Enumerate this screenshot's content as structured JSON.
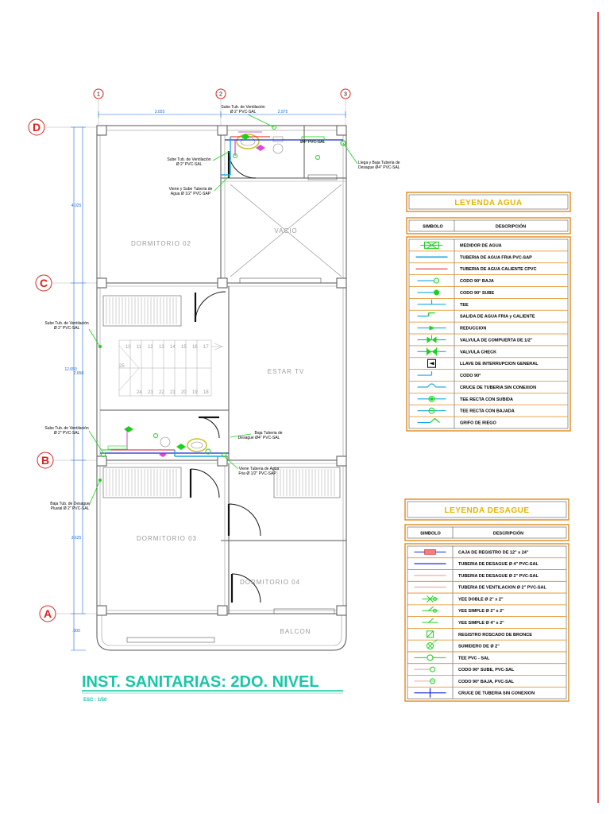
{
  "title": "INST. SANITARIAS: 2DO. NIVEL",
  "scale": "ESC : 1/50",
  "grid": {
    "rows": [
      "D",
      "C",
      "B",
      "A"
    ],
    "columns": [
      "1",
      "2",
      "3"
    ]
  },
  "dimensions": {
    "top": [
      "3.025",
      "2.975"
    ],
    "left": [
      "4.025",
      "12.650",
      "2.650",
      "3.625",
      ".900"
    ]
  },
  "rooms": {
    "bedroom2": "DORMITORIO 02",
    "void": "VACIO",
    "tv_room": "ESTAR TV",
    "bedroom3": "DORMITORIO 03",
    "bedroom4": "DORMITORIO 04",
    "balcony": "BALCON"
  },
  "stairs": {
    "upper": [
      "10",
      "11",
      "12",
      "13",
      "14",
      "15",
      "16",
      "17"
    ],
    "lower": [
      "24",
      "23",
      "22",
      "21",
      "20",
      "19",
      "18"
    ],
    "landing": "25"
  },
  "annotations": {
    "top_vent": [
      "Sube Tub. de Ventilación",
      "Ø 2\" PVC-SAL"
    ],
    "left_vent_upper": [
      "Sube Tub. de Ventilación",
      "Ø 2\" PVC-SAL"
    ],
    "cold_water_upper": [
      "Viene y Sube Tuberia de",
      "Agua Ø 1/2\" PVC-SAP"
    ],
    "drain_right_upper": [
      "Llega y Baja Tuberia de",
      "Desague Ø4\" PVC-SAL"
    ],
    "left_vent_mid": [
      "Sube Tub. de Ventilación",
      "Ø 2\" PVC-SAL"
    ],
    "left_vent_lower": [
      "Sube Tub. de Ventilación",
      "Ø 2\" PVC-SAL"
    ],
    "drain_lower": [
      "Baja Tuberia de",
      "Desague Ø4\" PVC-SAL"
    ],
    "cold_water_lower": [
      "Viene Tuberia de Agua",
      "Fria Ø 1/2\" PVC-SAP"
    ],
    "pluvial": [
      "Baja Tub. de Desague",
      "Pluvial Ø 2\" PVC-SAL"
    ],
    "pipe_label": "Ø4\" PVC-SAL"
  },
  "legend_water": {
    "title": "LEYENDA AGUA",
    "col_symbol": "SIMBOLO",
    "col_desc": "DESCRIPCIÓN",
    "items": [
      {
        "symbol": "meter-icon",
        "label": "MEDIDOR DE AGUA"
      },
      {
        "symbol": "cold-pipe-icon",
        "label": "TUBERIA DE AGUA FRIA PVC-SAP"
      },
      {
        "symbol": "hot-pipe-icon",
        "label": "TUBERIA DE AGUA CALIENTE CPVC"
      },
      {
        "symbol": "elbow-down-icon",
        "label": "CODO 90° BAJA"
      },
      {
        "symbol": "elbow-up-icon",
        "label": "CODO 90° SUBE"
      },
      {
        "symbol": "tee-icon",
        "label": "TEE"
      },
      {
        "symbol": "outlet-icon",
        "label": "SALIDA DE AGUA FRIA y CALIENTE"
      },
      {
        "symbol": "reducer-icon",
        "label": "REDUCCION"
      },
      {
        "symbol": "gate-valve-icon",
        "label": "VALVULA DE COMPUERTA DE 1/2\""
      },
      {
        "symbol": "check-valve-icon",
        "label": "VALVULA CHECK"
      },
      {
        "symbol": "main-switch-icon",
        "label": "LLAVE DE INTERRUPCION GENERAL"
      },
      {
        "symbol": "elbow-icon",
        "label": "CODO 90°"
      },
      {
        "symbol": "crossing-icon",
        "label": "CRUCE DE TUBERIA SIN CONEXION"
      },
      {
        "symbol": "tee-up-icon",
        "label": "TEE RECTA CON SUBIDA"
      },
      {
        "symbol": "tee-down-icon",
        "label": "TEE RECTA CON BAJADA"
      },
      {
        "symbol": "faucet-icon",
        "label": "GRIFO DE RIEGO"
      }
    ]
  },
  "legend_drain": {
    "title": "LEYENDA DESAGUE",
    "col_symbol": "SIMBOLO",
    "col_desc": "DESCRIPCIÓN",
    "items": [
      {
        "symbol": "register-box-icon",
        "label": "CAJA DE REGISTRO DE 12\" x 24\""
      },
      {
        "symbol": "drain-4-icon",
        "label": "TUBERIA DE DESAGUE Ø 4\" PVC-SAL"
      },
      {
        "symbol": "drain-2-icon",
        "label": "TUBERIA DE DESAGUE Ø 2\" PVC-SAL"
      },
      {
        "symbol": "vent-pipe-icon",
        "label": "TUBERIA DE VENTILACION Ø 2\" PVC-SAL"
      },
      {
        "symbol": "double-wye-icon",
        "label": "YEE DOBLE Ø 2\" x 2\""
      },
      {
        "symbol": "wye-2-icon",
        "label": "YEE SIMPLE Ø 2\" x 2\""
      },
      {
        "symbol": "wye-4-icon",
        "label": "YEE SIMPLE Ø 4\" x 2\""
      },
      {
        "symbol": "cleanout-icon",
        "label": "REGISTRO ROSCADO DE BRONCE"
      },
      {
        "symbol": "floor-drain-icon",
        "label": "SUMIDERO DE Ø 2\""
      },
      {
        "symbol": "tee-pvc-icon",
        "label": "TEE PVC - SAL"
      },
      {
        "symbol": "elbow-up-pvc-icon",
        "label": "CODO 90° SUBE, PVC-SAL"
      },
      {
        "symbol": "elbow-down-pvc-icon",
        "label": "CODO 90° BAJA, PVC-SAL"
      },
      {
        "symbol": "crossing-drain-icon",
        "label": "CRUCE DE TUBERIA SIN CONEXION"
      }
    ]
  }
}
